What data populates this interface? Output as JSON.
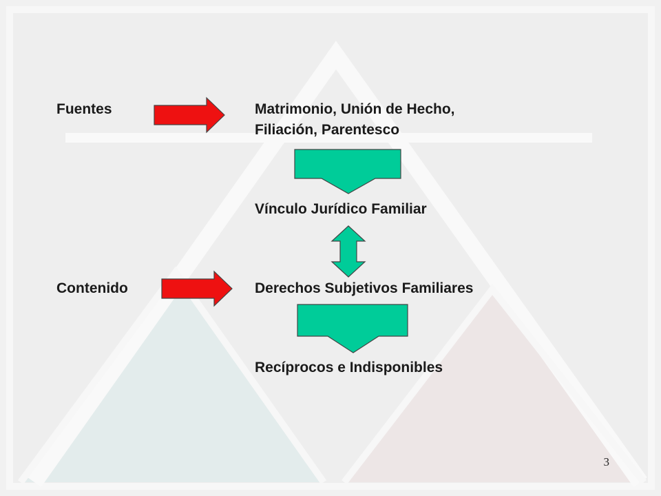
{
  "diagram": {
    "fuentes_label": "Fuentes",
    "contenido_label": "Contenido",
    "sources_line1": "Matrimonio, Unión de Hecho,",
    "sources_line2": "Filiación, Parentesco",
    "vinculo": "Vínculo Jurídico Familiar",
    "derechos": "Derechos Subjetivos Familiares",
    "reciprocos": "Recíprocos e Indisponibles"
  },
  "footer": {
    "page_number": "3"
  },
  "colors": {
    "background": "#f1f1f1",
    "triangle_outline": "#f9f9f9",
    "triangle_left_fill": "#e2ecec",
    "triangle_right_fill": "#ece6e6",
    "red_arrow": "#ee1111",
    "green_arrow": "#00cc99",
    "text": "#1a1a1a"
  }
}
